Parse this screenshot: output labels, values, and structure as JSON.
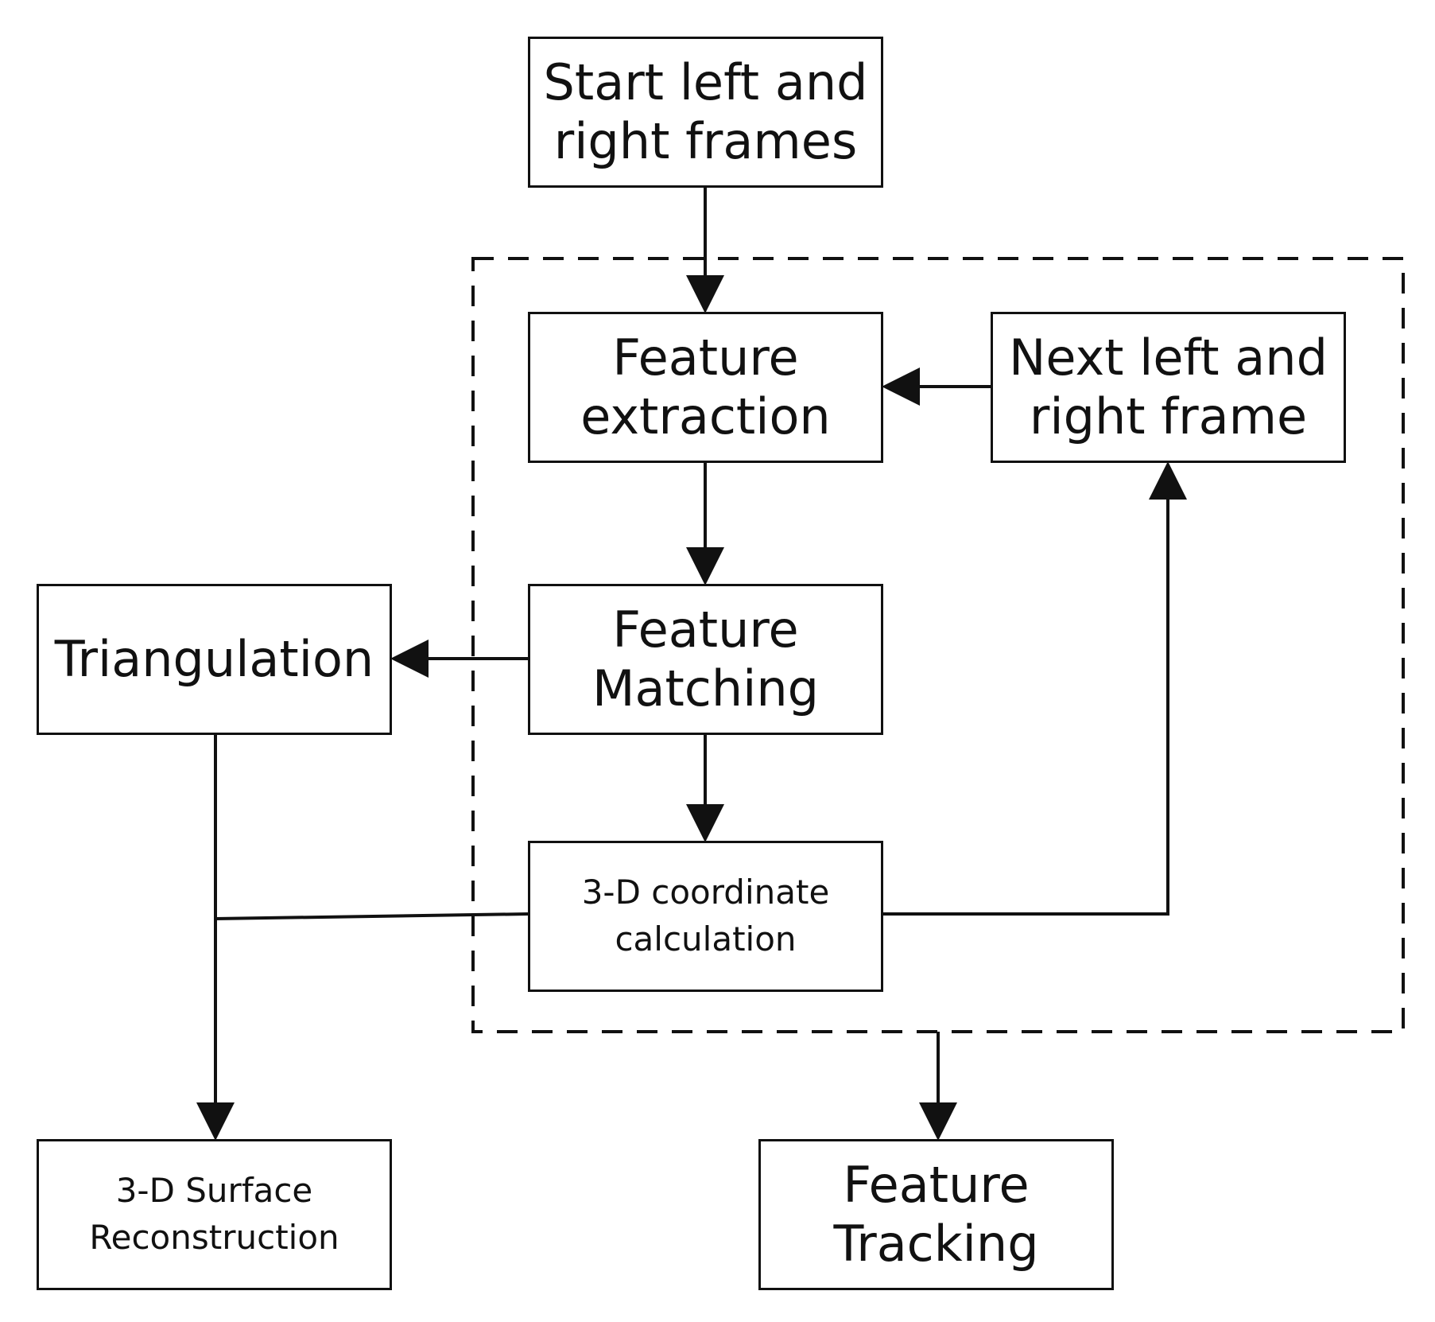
{
  "diagram": {
    "nodes": {
      "start": "Start left and\nright frames",
      "feature_extraction": "Feature\nextraction",
      "next_frame": "Next left and\nright frame",
      "feature_matching": "Feature\nMatching",
      "coordinate_calculation": "3-D coordinate\ncalculation",
      "triangulation": "Triangulation",
      "surface_reconstruction": "3-D Surface\nReconstruction",
      "feature_tracking": "Feature\nTracking"
    },
    "edges": [
      {
        "from": "start",
        "to": "feature_extraction"
      },
      {
        "from": "feature_extraction",
        "to": "feature_matching"
      },
      {
        "from": "feature_matching",
        "to": "coordinate_calculation"
      },
      {
        "from": "coordinate_calculation",
        "to": "next_frame"
      },
      {
        "from": "next_frame",
        "to": "feature_extraction"
      },
      {
        "from": "feature_matching",
        "to": "triangulation"
      },
      {
        "from": "triangulation",
        "to": "surface_reconstruction"
      },
      {
        "from": "coordinate_calculation",
        "to": "surface_reconstruction"
      },
      {
        "from": "dashed-loop-group",
        "to": "feature_tracking"
      }
    ],
    "colors": {
      "stroke": "#111111",
      "background": "#ffffff"
    }
  }
}
